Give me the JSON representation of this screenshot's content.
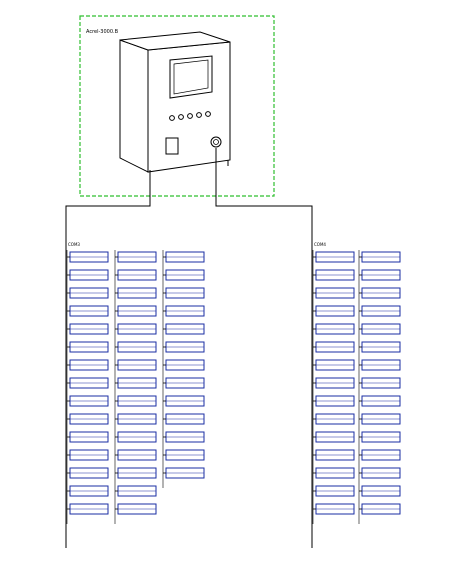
{
  "cabinet": {
    "model_text": "Acrel-3000.B",
    "colors": {
      "frame": "#2fbf2f",
      "line": "#000000",
      "module_line": "#1a2ea3"
    }
  },
  "buses": [
    {
      "label": "COM3"
    },
    {
      "label": "COM4"
    }
  ],
  "modules": {
    "left_cols": [
      [
        {
          "top": "",
          "box": ""
        },
        {
          "top": "",
          "box": ""
        },
        {
          "top": "",
          "box": ""
        },
        {
          "top": "",
          "box": ""
        },
        {
          "top": "",
          "box": ""
        },
        {
          "top": "",
          "box": ""
        },
        {
          "top": "",
          "box": ""
        },
        {
          "top": "",
          "box": ""
        },
        {
          "top": "",
          "box": ""
        },
        {
          "top": "",
          "box": ""
        },
        {
          "top": "",
          "box": ""
        },
        {
          "top": "",
          "box": ""
        },
        {
          "top": "",
          "box": ""
        },
        {
          "top": "",
          "box": ""
        },
        {
          "top": "",
          "box": ""
        }
      ],
      [
        {
          "top": "",
          "box": ""
        },
        {
          "top": "",
          "box": ""
        },
        {
          "top": "",
          "box": ""
        },
        {
          "top": "",
          "box": ""
        },
        {
          "top": "",
          "box": ""
        },
        {
          "top": "",
          "box": ""
        },
        {
          "top": "",
          "box": ""
        },
        {
          "top": "",
          "box": ""
        },
        {
          "top": "",
          "box": ""
        },
        {
          "top": "",
          "box": ""
        },
        {
          "top": "",
          "box": ""
        },
        {
          "top": "",
          "box": ""
        },
        {
          "top": "",
          "box": ""
        },
        {
          "top": "",
          "box": ""
        },
        {
          "top": "",
          "box": ""
        }
      ],
      [
        {
          "top": "",
          "box": ""
        },
        {
          "top": "",
          "box": ""
        },
        {
          "top": "",
          "box": ""
        },
        {
          "top": "",
          "box": ""
        },
        {
          "top": "",
          "box": ""
        },
        {
          "top": "",
          "box": ""
        },
        {
          "top": "",
          "box": ""
        },
        {
          "top": "",
          "box": ""
        },
        {
          "top": "",
          "box": ""
        },
        {
          "top": "",
          "box": ""
        },
        {
          "top": "",
          "box": ""
        },
        {
          "top": "",
          "box": ""
        },
        {
          "top": "",
          "box": ""
        }
      ]
    ],
    "right_cols": [
      [
        {
          "top": "",
          "box": ""
        },
        {
          "top": "",
          "box": ""
        },
        {
          "top": "",
          "box": ""
        },
        {
          "top": "",
          "box": ""
        },
        {
          "top": "",
          "box": ""
        },
        {
          "top": "",
          "box": ""
        },
        {
          "top": "",
          "box": ""
        },
        {
          "top": "",
          "box": ""
        },
        {
          "top": "",
          "box": ""
        },
        {
          "top": "",
          "box": ""
        },
        {
          "top": "",
          "box": ""
        },
        {
          "top": "",
          "box": ""
        },
        {
          "top": "",
          "box": ""
        },
        {
          "top": "",
          "box": ""
        },
        {
          "top": "",
          "box": ""
        }
      ],
      [
        {
          "top": "",
          "box": ""
        },
        {
          "top": "",
          "box": ""
        },
        {
          "top": "",
          "box": ""
        },
        {
          "top": "",
          "box": ""
        },
        {
          "top": "",
          "box": ""
        },
        {
          "top": "",
          "box": ""
        },
        {
          "top": "",
          "box": ""
        },
        {
          "top": "",
          "box": ""
        },
        {
          "top": "",
          "box": ""
        },
        {
          "top": "",
          "box": ""
        },
        {
          "top": "",
          "box": ""
        },
        {
          "top": "",
          "box": ""
        },
        {
          "top": "",
          "box": ""
        },
        {
          "top": "",
          "box": ""
        },
        {
          "top": "",
          "box": ""
        }
      ]
    ]
  }
}
